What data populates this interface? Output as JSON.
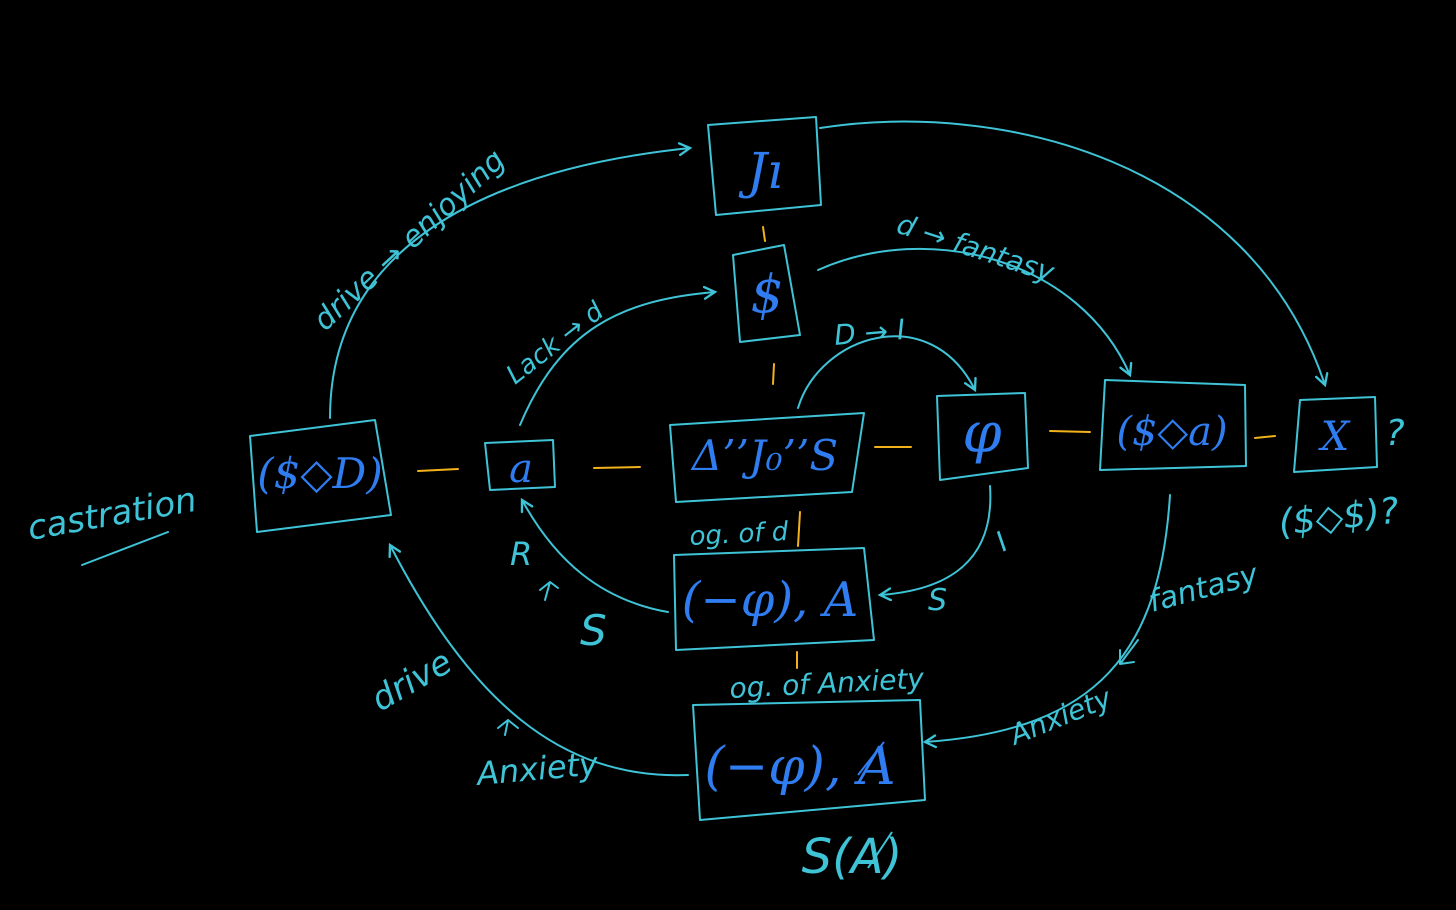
{
  "nodes": {
    "j1": "Jı",
    "s_barred": "$",
    "sinthome": "Δ’’J₀’’S",
    "objet_a": "a",
    "phi": "φ",
    "fantasy_formula": "($◇a)",
    "x": "X",
    "x_question": "?",
    "drive_formula": "($◇D)",
    "neg_phi_a": "(−φ), A",
    "neg_phi_a_barred": "(−φ), A",
    "s_a_barred": "S(A)"
  },
  "labels": {
    "castration": "castration",
    "drive_enjoying": "drive → enjoying",
    "lack_desire": "Lack → d",
    "desire_fantasy": "d → fantasy",
    "d_to_i": "D → I",
    "s_diamond_s": "($◇$)?",
    "og_of_d": "og. of d",
    "i_arrow": "I",
    "s_arrow": "S",
    "r_label": "R",
    "s_label": "S",
    "fantasy": "fantasy",
    "drive": "drive",
    "anxiety_left": "Anxiety",
    "anxiety_right": "Anxiety",
    "og_of_anxiety": "og. of Anxiety"
  },
  "colors": {
    "background": "#000000",
    "edge": "#3fc3d6",
    "node_text": "#2f7df0",
    "connector": "#f2b21c"
  }
}
